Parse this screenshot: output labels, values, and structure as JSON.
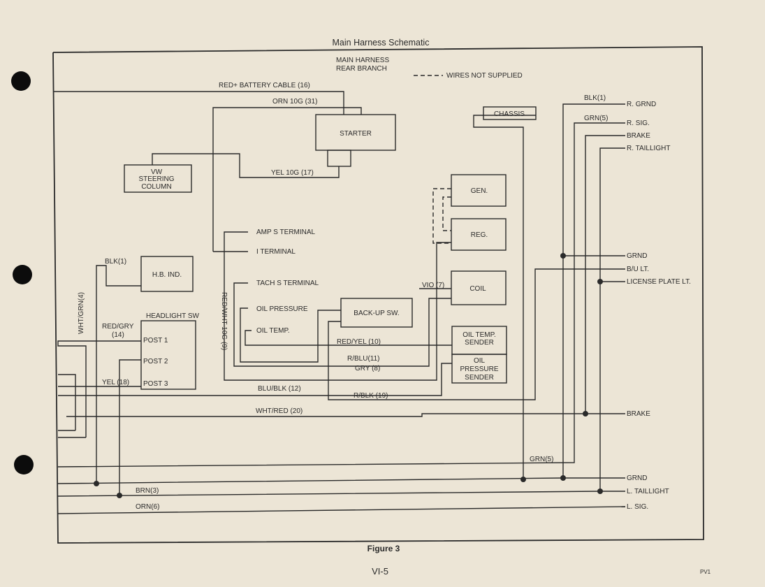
{
  "title": "Main Harness Schematic",
  "figure_caption": "Figure 3",
  "page_number": "VI-5",
  "page_code": "PV1",
  "rear_branch": [
    "MAIN HARNESS",
    "REAR BRANCH"
  ],
  "legend": {
    "dashed": "WIRES NOT SUPPLIED"
  },
  "components": {
    "starter": "STARTER",
    "steering": [
      "VW",
      "STEERING",
      "COLUMN"
    ],
    "chassis": "CHASSIS",
    "gen": "GEN.",
    "reg": "REG.",
    "coil": "COIL",
    "hb_ind": "H.B. IND.",
    "backup_sw": "BACK-UP SW.",
    "oil_temp_sender": [
      "OIL TEMP.",
      "SENDER"
    ],
    "oil_pressure_sender": [
      "OIL",
      "PRESSURE",
      "SENDER"
    ],
    "headlight_sw": "HEADLIGHT SW",
    "posts": [
      "POST 1",
      "POST 2",
      "POST 3"
    ]
  },
  "terminals": {
    "amp": "AMP S TERMINAL",
    "i": "I TERMINAL",
    "tach": "TACH S TERMINAL",
    "oil_pressure": "OIL PRESSURE",
    "oil_temp": "OIL TEMP."
  },
  "wires": {
    "battery": "RED+ BATTERY CABLE (16)",
    "orn10g": "ORN 10G (31)",
    "yel10g": "YEL 10G (17)",
    "red_wht": "RED/WHT 10G (9)",
    "wht_grn": "WHT/GRN(4)",
    "blk1_left": "BLK(1)",
    "red_gry": "RED/GRY",
    "red_gry_num": "(14)",
    "yel18": "YEL   (18)",
    "vio7": "VIO  (7)",
    "red_yel": "RED/YEL (10)",
    "r_blu": "R/BLU(11)",
    "gry8": "GRY (8)",
    "blu_blk": "BLU/BLK (12)",
    "r_blk": "R/BLK (19)",
    "wht_red": "WHT/RED (20)",
    "blk1_right": "BLK(1)",
    "grn5_top": "GRN(5)",
    "grn5_bottom": "GRN(5)",
    "brn3": "BRN(3)",
    "orn6": "ORN(6)"
  },
  "right_labels": {
    "r_grnd": "R. GRND",
    "r_sig": "R. SIG.",
    "brake_top": "BRAKE",
    "r_taillight": "R. TAILLIGHT",
    "grnd_mid": "GRND",
    "bu_lt": "B/U LT.",
    "license": "LICENSE PLATE LT.",
    "brake_mid": "BRAKE",
    "grnd_bottom": "GRND",
    "l_taillight": "L. TAILLIGHT",
    "l_sig": "L. SIG."
  }
}
